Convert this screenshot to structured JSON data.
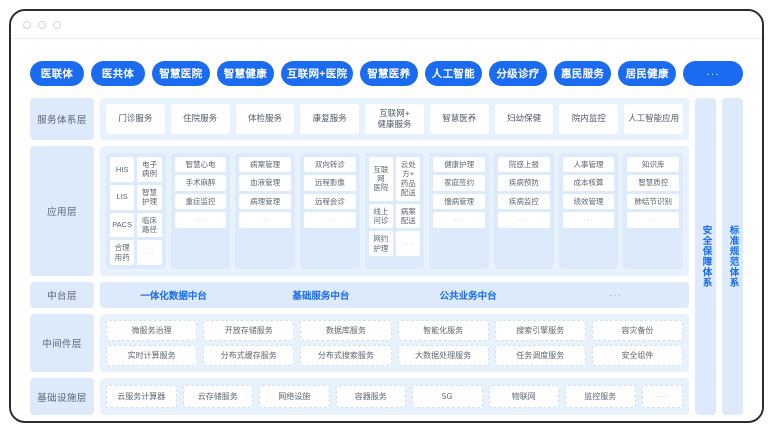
{
  "window": {
    "dots": [
      "close",
      "minimize",
      "maximize"
    ]
  },
  "tabs": [
    {
      "label": "医联体"
    },
    {
      "label": "医共体"
    },
    {
      "label": "智慧医院"
    },
    {
      "label": "智慧健康"
    },
    {
      "label": "互联网+医院"
    },
    {
      "label": "智慧医养"
    },
    {
      "label": "人工智能"
    },
    {
      "label": "分级诊疗"
    },
    {
      "label": "惠民服务"
    },
    {
      "label": "居民健康"
    },
    {
      "label": "···"
    }
  ],
  "layers": {
    "service": {
      "label": "服务体系层",
      "items": [
        "门诊服务",
        "住院服务",
        "体检服务",
        "康复服务",
        "互联网+\n健康服务",
        "智慧医养",
        "妇幼保健",
        "院内监控",
        "人工智能应用"
      ]
    },
    "application": {
      "label": "应用层",
      "groups": [
        {
          "cols": 2,
          "cells": [
            "HIS",
            "电子病例",
            "LIS",
            "智慧护理",
            "PACS",
            "临床路径",
            "合理用药",
            "···"
          ]
        },
        {
          "cols": 1,
          "cells": [
            "智慧心电",
            "手术麻醉",
            "重症监控",
            "···"
          ]
        },
        {
          "cols": 1,
          "cells": [
            "病案管理",
            "血液管理",
            "病理管理",
            "···"
          ]
        },
        {
          "cols": 1,
          "cells": [
            "双向转诊",
            "远程影像",
            "远程会诊",
            "···"
          ]
        },
        {
          "cols": 2,
          "cells": [
            "互联网\n医院",
            "云处方+\n药品配送",
            "线上问诊",
            "病案配送",
            "网约护理",
            "···"
          ]
        },
        {
          "cols": 1,
          "cells": [
            "健康护理",
            "家庭签约",
            "慢病管理",
            "···"
          ]
        },
        {
          "cols": 1,
          "cells": [
            "院感上报",
            "疾病预防",
            "疾病监控",
            "···"
          ]
        },
        {
          "cols": 1,
          "cells": [
            "人事管理",
            "成本核算",
            "绩效管理",
            "···"
          ]
        },
        {
          "cols": 1,
          "cells": [
            "知识库",
            "智慧质控",
            "肺结节识别",
            "···"
          ]
        }
      ]
    },
    "middle_platform": {
      "label": "中台层",
      "items": [
        "一体化数据中台",
        "基础服务中台",
        "公共业务中台",
        "···"
      ]
    },
    "middleware": {
      "label": "中间件层",
      "columns": [
        [
          "微服务治理",
          "实时计算服务"
        ],
        [
          "开放存储服务",
          "分布式缓存服务"
        ],
        [
          "数据库服务",
          "分布式搜索服务"
        ],
        [
          "智能化服务",
          "大数据处理服务"
        ],
        [
          "搜索引擎服务",
          "任务调度服务"
        ],
        [
          "容灾备份",
          "安全组件"
        ]
      ]
    },
    "infrastructure": {
      "label": "基础设施层",
      "items": [
        "云服务计算器",
        "云存储服务",
        "网络设施",
        "容器服务",
        "5G",
        "物联网",
        "监控服务",
        "···"
      ]
    }
  },
  "side_bars": [
    {
      "label": "安全保障体系"
    },
    {
      "label": "标准规范体系"
    }
  ],
  "colors": {
    "accent": "#1A6BF0",
    "panel": "#E8F2FD",
    "panel_deep": "#DCEAFB",
    "text": "#5c6672"
  }
}
